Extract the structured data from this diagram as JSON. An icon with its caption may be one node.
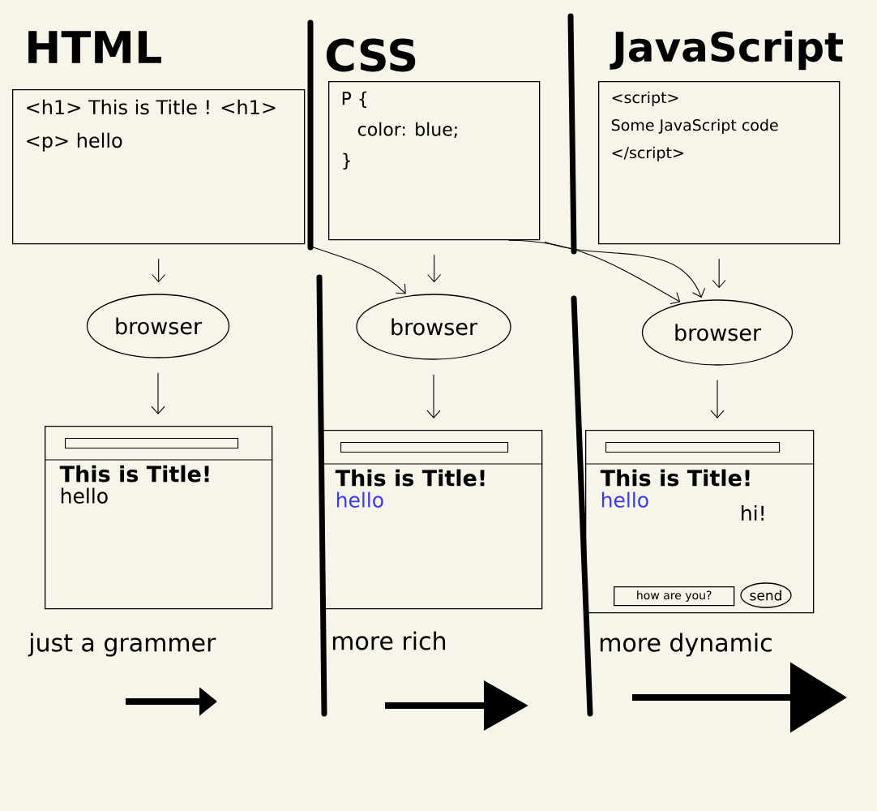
{
  "diagram": {
    "nodes": [
      {
        "text": [
          "<h1> This is Title ! <h1>",
          "<p> hello"
        ],
        "beside": [
          "HTML"
        ]
      },
      {
        "text": [
          "P {",
          "color: blue;",
          "}"
        ],
        "beside": [
          "CSS"
        ]
      },
      {
        "text": [
          "<script>",
          "Some JavaScript code",
          "</script>"
        ],
        "beside": [
          "JavaScript"
        ]
      },
      {
        "text": [
          "browser"
        ]
      },
      {
        "text": [
          "browser"
        ]
      },
      {
        "text": [
          "browser"
        ]
      },
      {
        "text": [
          "This is Title!",
          "hello"
        ]
      },
      {
        "text": [],
        "shape": "bar",
        "in": 6
      },
      {
        "text": [
          "This is Title!",
          "hello"
        ]
      },
      {
        "text": [],
        "shape": "bar",
        "in": 8
      },
      {
        "text": [
          "This is Title!",
          "hello",
          "hi!"
        ]
      },
      {
        "text": [],
        "shape": "bar",
        "in": 10
      },
      {
        "text": [
          "how are you?"
        ],
        "in": 10
      },
      {
        "text": [
          "send"
        ],
        "in": 10
      }
    ],
    "edges": [
      {
        "from": 0,
        "to": 3,
        "arrow": "to"
      },
      {
        "from": 3,
        "to": 6,
        "arrow": "to"
      },
      {
        "from": 1,
        "to": 4,
        "arrow": "to"
      },
      {
        "from": 4,
        "to": 8,
        "arrow": "to"
      },
      {
        "from": 2,
        "to": 5,
        "arrow": "to"
      },
      {
        "from": 5,
        "to": 10,
        "arrow": "to"
      },
      {
        "from": 0,
        "to": 4,
        "arrow": "to"
      },
      {
        "from": 1,
        "to": 5,
        "arrow": "to"
      },
      {
        "from": 1,
        "to": 5,
        "arrow": "to"
      }
    ],
    "labels": [
      "just a grammer",
      "more rich",
      "more dynamic"
    ]
  }
}
